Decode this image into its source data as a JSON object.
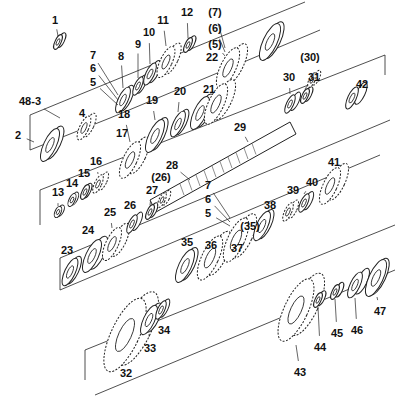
{
  "diagram": {
    "labels": [
      "1",
      "7",
      "6",
      "5",
      "8",
      "9",
      "10",
      "11",
      "12",
      "(7)",
      "(6)",
      "(5)",
      "22",
      "2",
      "48-3",
      "4",
      "18",
      "19",
      "20",
      "21",
      "(30)",
      "30",
      "31",
      "17",
      "16",
      "15",
      "14",
      "13",
      "28",
      "29",
      "42",
      "41",
      "40",
      "39",
      "38",
      "(35)",
      "7",
      "6",
      "5",
      "27",
      "26",
      "(26)",
      "25",
      "24",
      "23",
      "37",
      "36",
      "35",
      "34",
      "33",
      "32",
      "43",
      "44",
      "45",
      "46",
      "47"
    ]
  }
}
